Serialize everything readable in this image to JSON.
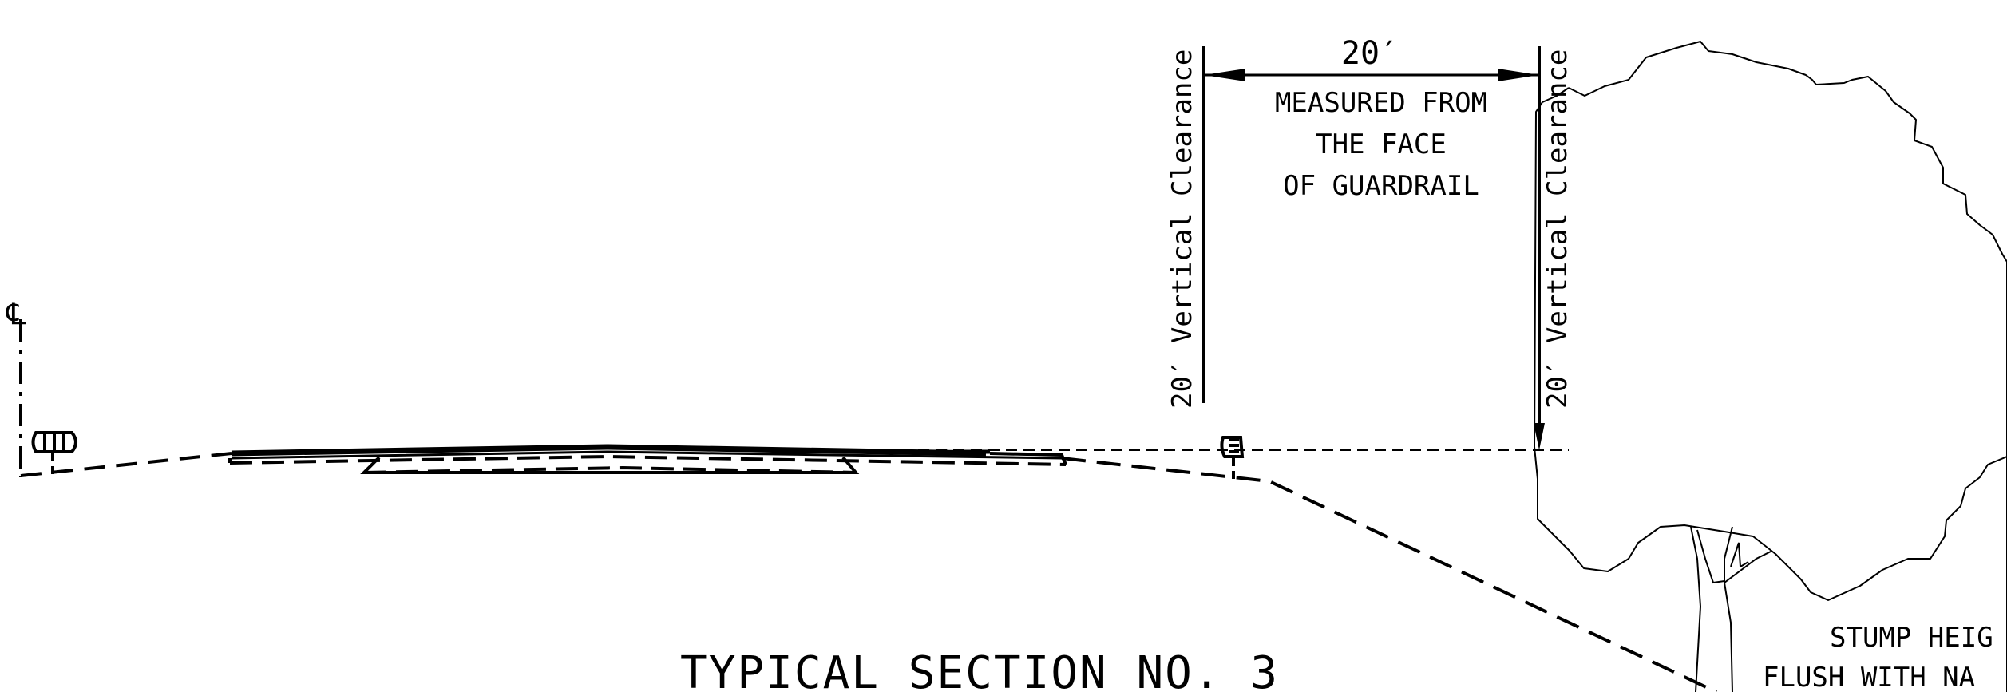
{
  "diagram": {
    "title": "TYPICAL SECTION NO. 3",
    "centerline_symbol": "℄",
    "dimension": {
      "value": "20′",
      "note_lines": [
        "MEASURED FROM",
        "THE FACE",
        "OF GUARDRAIL"
      ]
    },
    "vertical_clearance_left": "20′ Vertical Clearance",
    "vertical_clearance_right": "20′ Vertical Clearance",
    "stump_note_lines": [
      "STUMP HEIG",
      "FLUSH WITH NA"
    ],
    "icons": [
      "guardrail-post-icon",
      "guardrail-icon",
      "tree-icon",
      "arrowhead-icon"
    ]
  }
}
